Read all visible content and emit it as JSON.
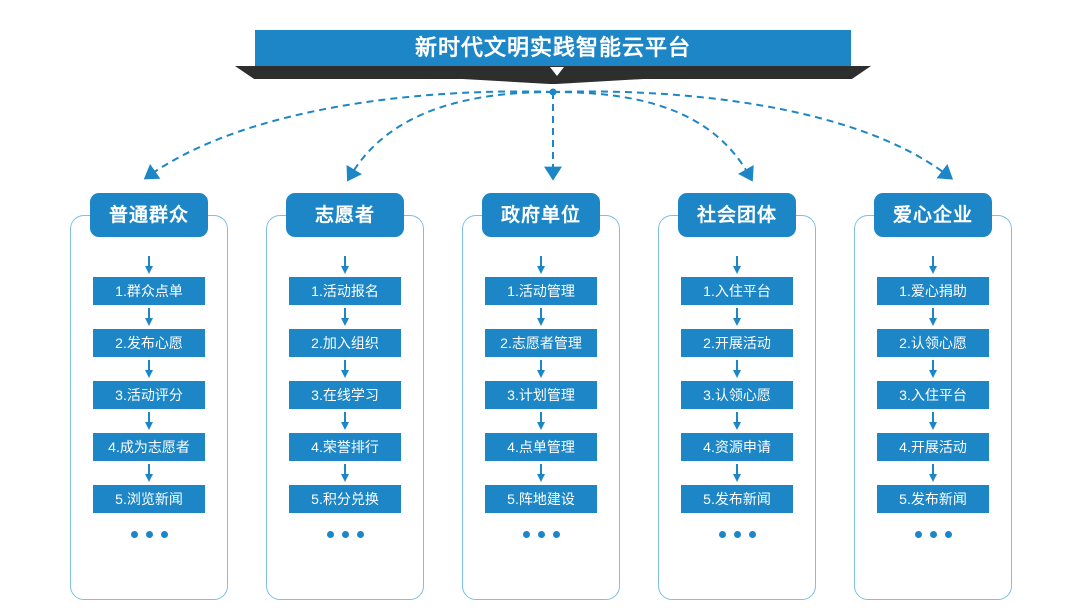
{
  "banner": {
    "title": "新时代文明实践智能云平台",
    "caret_icon": "triangle-down-icon",
    "color": "#1c86c6",
    "shadow_color": "#2e2e2e"
  },
  "connectors": {
    "style": "dashed-curved-arrow",
    "color": "#1c86c6",
    "count": 5,
    "origin_label": "新时代文明实践智能云平台"
  },
  "columns": [
    {
      "header": "普通群众",
      "items": [
        "1.群众点单",
        "2.发布心愿",
        "3.活动评分",
        "4.成为志愿者",
        "5.浏览新闻"
      ],
      "more": "•••"
    },
    {
      "header": "志愿者",
      "items": [
        "1.活动报名",
        "2.加入组织",
        "3.在线学习",
        "4.荣誉排行",
        "5.积分兑换"
      ],
      "more": "•••"
    },
    {
      "header": "政府单位",
      "items": [
        "1.活动管理",
        "2.志愿者管理",
        "3.计划管理",
        "4.点单管理",
        "5.阵地建设"
      ],
      "more": "•••"
    },
    {
      "header": "社会团体",
      "items": [
        "1.入住平台",
        "2.开展活动",
        "3.认领心愿",
        "4.资源申请",
        "5.发布新闻"
      ],
      "more": "•••"
    },
    {
      "header": "爱心企业",
      "items": [
        "1.爱心捐助",
        "2.认领心愿",
        "3.入住平台",
        "4.开展活动",
        "5.发布新闻"
      ],
      "more": "•••"
    }
  ],
  "theme": {
    "primary": "#1c86c6",
    "border": "#7cc0e4",
    "background": "#ffffff",
    "text_on_primary": "#ffffff"
  }
}
